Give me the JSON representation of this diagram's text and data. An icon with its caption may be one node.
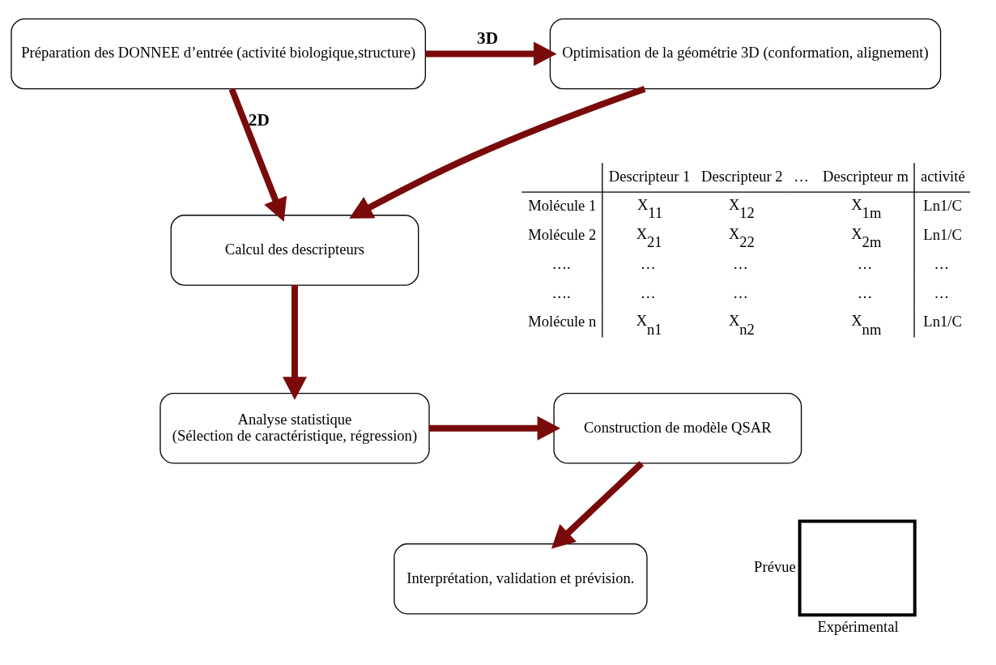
{
  "diagram": {
    "nodes": [
      {
        "text": [
          "Préparation des DONNEE d’entrée (activité biologique,structure)"
        ]
      },
      {
        "text": [
          "Optimisation de la géométrie 3D (conformation, alignement)"
        ]
      },
      {
        "text": [
          "Calcul des descripteurs"
        ]
      },
      {
        "text": [
          "Analyse statistique",
          "(Sélection de caractéristique, régression)"
        ]
      },
      {
        "text": [
          "Construction de modèle QSAR"
        ]
      },
      {
        "text": [
          "Interprétation, validation et prévision."
        ]
      }
    ],
    "edges": [
      {
        "from": 0,
        "to": 1,
        "arrow": "to",
        "label": "3D"
      },
      {
        "from": 1,
        "to": 2,
        "arrow": "to"
      },
      {
        "from": 0,
        "to": 2,
        "arrow": "to",
        "label": "2D"
      },
      {
        "from": 2,
        "to": 3,
        "arrow": "to"
      },
      {
        "from": 3,
        "to": 4,
        "arrow": "to"
      },
      {
        "from": 4,
        "to": 5,
        "arrow": "to"
      }
    ],
    "labels": [
      "Descripteur 1",
      "Descripteur 2",
      "…",
      "Descripteur m",
      "activité",
      "Molécule 1",
      "X$_{11}$",
      "X$_{12}$",
      "X$_{1m}$",
      "Ln1/C",
      "Molécule 2",
      "X$_{21}$",
      "X$_{22}$",
      "X$_{2m}$",
      "Ln1/C",
      "….",
      "…",
      "…",
      "…",
      "…",
      "….",
      "…",
      "…",
      "…",
      "…",
      "Molécule n",
      "X$_{n1}$",
      "X$_{n2}$",
      "X$_{nm}$",
      "Ln1/C",
      "Prévue",
      "Expérimental"
    ]
  }
}
